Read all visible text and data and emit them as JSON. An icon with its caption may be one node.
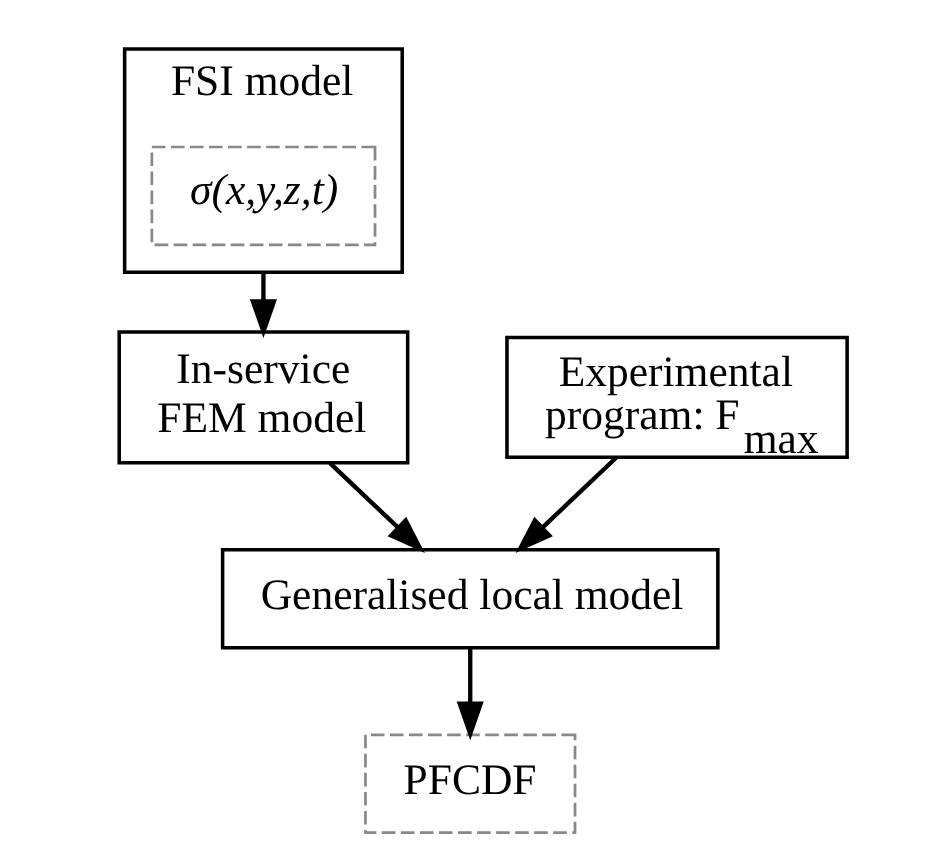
{
  "diagram": {
    "nodes": [
      {
        "text": [
          "FSI model"
        ]
      },
      {
        "text": [
          "σ(x,y,z,t)"
        ],
        "in": 0
      },
      {
        "text": [
          "In-service FEM model"
        ]
      },
      {
        "text": [
          "Experimental program: F$_{max}$"
        ]
      },
      {
        "text": [
          "Generalised local model"
        ]
      },
      {
        "text": [
          "PFCDF"
        ]
      }
    ],
    "edges": [
      {
        "from": 0,
        "to": 2,
        "arrow": "to"
      },
      {
        "from": 2,
        "to": 4,
        "arrow": "to"
      },
      {
        "from": 3,
        "to": 4,
        "arrow": "to"
      },
      {
        "from": 4,
        "to": 5,
        "arrow": "to"
      }
    ]
  }
}
